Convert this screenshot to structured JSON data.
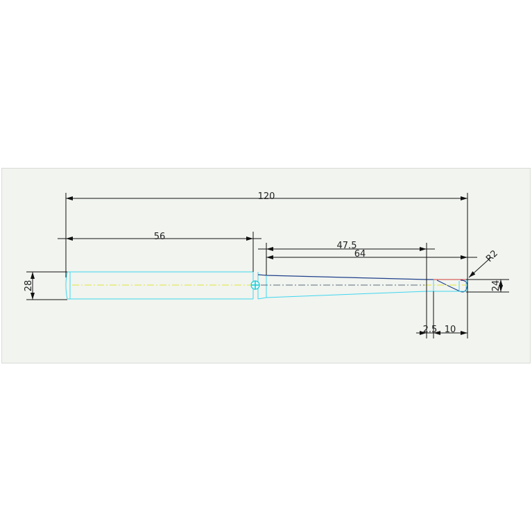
{
  "dimensions": {
    "overall_length": "120",
    "shank_length": "56",
    "taper_length_a": "47.5",
    "taper_length_b": "64",
    "radius": "R2",
    "shank_diameter": "28",
    "tip_diameter": "24",
    "offset_small": "2.5",
    "tip_length": "10"
  },
  "colors": {
    "background": "#f1f4ef",
    "outline": "#3fd6ef",
    "centerline": "#e3e63a",
    "dimension": "#111111",
    "taper_edge": "#1f3f8a",
    "accent_red": "#d23a3a"
  }
}
